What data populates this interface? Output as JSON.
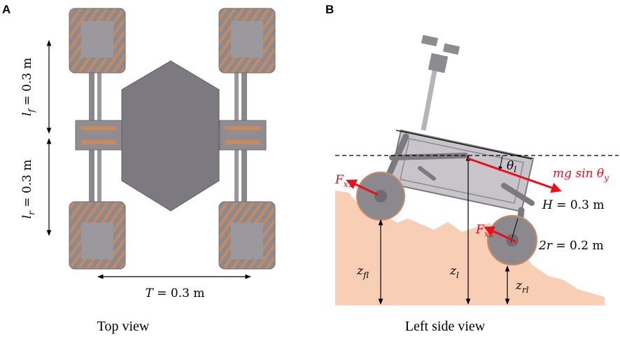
{
  "panels": {
    "a": {
      "letter": "A",
      "caption": "Top view",
      "lf": {
        "symbol": "l",
        "sub": "f",
        "value": " = 0.3 m"
      },
      "lr": {
        "symbol": "l",
        "sub": "r",
        "value": " = 0.3 m"
      },
      "track": {
        "symbol": "T",
        "value": " = 0.3 m"
      }
    },
    "b": {
      "letter": "B",
      "caption": "Left side view",
      "theta": {
        "symbol": "θ",
        "sub": "l"
      },
      "force_gravity": {
        "text": "mg sin θ",
        "sub": "y"
      },
      "force_front": {
        "symbol": "F",
        "sub": "x1"
      },
      "force_rear": {
        "symbol": "F",
        "sub": "x2"
      },
      "height": {
        "symbol": "H",
        "value": " = 0.3 m"
      },
      "diameter": {
        "text": "2r",
        "value": " = 0.2 m"
      },
      "z_front": {
        "symbol": "z",
        "sub": "fl"
      },
      "z_body": {
        "symbol": "z",
        "sub": "l"
      },
      "z_rear": {
        "symbol": "z",
        "sub": "rl"
      }
    }
  },
  "colors": {
    "terrain": "#f8cfb4",
    "chassis": "#7c7a80",
    "wheel": "#8b898e",
    "tread": "#c58a62",
    "force": "#e8101a"
  }
}
